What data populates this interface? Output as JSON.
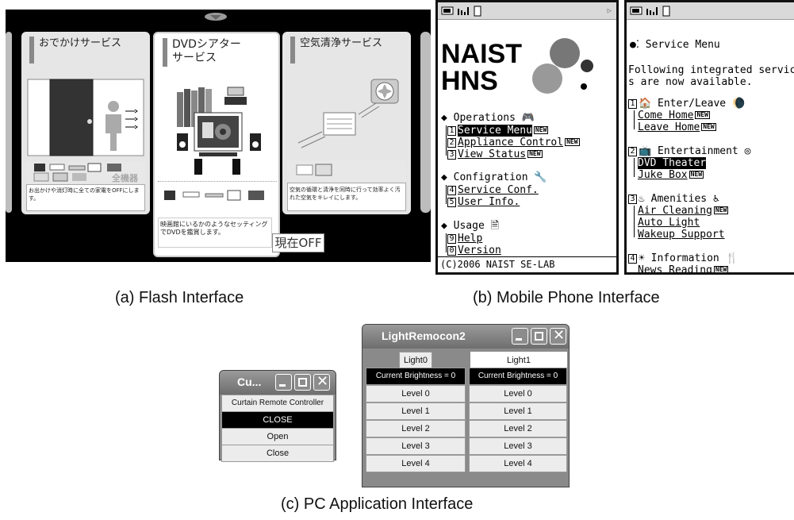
{
  "flash": {
    "cards": [
      {
        "title": "おでかけサービス",
        "description": "お出かけや消灯時に全ての家電をOFFにします。",
        "all_devices_label": "全機器"
      },
      {
        "title_line1": "DVDシアター",
        "title_line2": "サービス",
        "description": "映画館にいるかのようなセッティングでDVDを鑑賞します。",
        "status": "現在OFF"
      },
      {
        "title": "空気清浄サービス",
        "description": "空気の循環と清浄を同時に行って効率よく汚れた空気をキレイにします。"
      }
    ]
  },
  "phone1": {
    "logo_line1": "NAIST",
    "logo_line2": "HNS",
    "sections": [
      {
        "header": "Operations",
        "items": [
          {
            "num": "1",
            "label": "Service Menu",
            "new": "NEW",
            "selected": true
          },
          {
            "num": "2",
            "label": "Appliance Control",
            "new": "NEW"
          },
          {
            "num": "3",
            "label": "View Status",
            "new": "NEW"
          }
        ]
      },
      {
        "header": "Configration",
        "items": [
          {
            "num": "4",
            "label": "Service Conf."
          },
          {
            "num": "5",
            "label": "User Info."
          }
        ]
      },
      {
        "header": "Usage",
        "items": [
          {
            "num": "9",
            "label": "Help"
          },
          {
            "num": "0",
            "label": "Version"
          }
        ]
      }
    ],
    "footer": "(C)2006 NAIST SE-LAB"
  },
  "phone2": {
    "title": "Service Menu",
    "intro_line1": "Following integrated service",
    "intro_line2": "s are now available.",
    "groups": [
      {
        "num": "1",
        "header": "Enter/Leave",
        "items": [
          {
            "label": "Come Home",
            "new": "NEW"
          },
          {
            "label": "Leave Home",
            "new": "NEW"
          }
        ]
      },
      {
        "num": "2",
        "header": "Entertainment",
        "items": [
          {
            "label": "DVD Theater",
            "selected": true
          },
          {
            "label": "Juke Box",
            "new": "NEW"
          }
        ]
      },
      {
        "num": "3",
        "header": "Amenities",
        "items": [
          {
            "label": "Air Cleaning",
            "new": "NEW"
          },
          {
            "label": "Auto Light"
          },
          {
            "label": "Wakeup Support"
          }
        ]
      },
      {
        "num": "4",
        "header": "Information",
        "items": [
          {
            "label": "News Reading",
            "new": "NEW"
          }
        ]
      }
    ]
  },
  "captions": {
    "a": "(a) Flash Interface",
    "b": "(b) Mobile Phone Interface",
    "c": "(c) PC Application Interface"
  },
  "curtain_window": {
    "title": "Cu...",
    "rows": [
      "Curtain Remote Controller",
      "CLOSE",
      "Open",
      "Close"
    ]
  },
  "light_window": {
    "title": "LightRemocon2",
    "columns": [
      {
        "name": "Light0",
        "brightness": "Current Brightness = 0",
        "levels": [
          "Level 0",
          "Level 1",
          "Level 2",
          "Level 3",
          "Level 4"
        ]
      },
      {
        "name": "Light1",
        "brightness": "Current Brightness = 0",
        "levels": [
          "Level 0",
          "Level 1",
          "Level 2",
          "Level 3",
          "Level 4"
        ]
      }
    ]
  },
  "colors": {
    "flash_background": "#000000",
    "highlight": "#000000",
    "window_chrome": "#8a8a8a"
  }
}
